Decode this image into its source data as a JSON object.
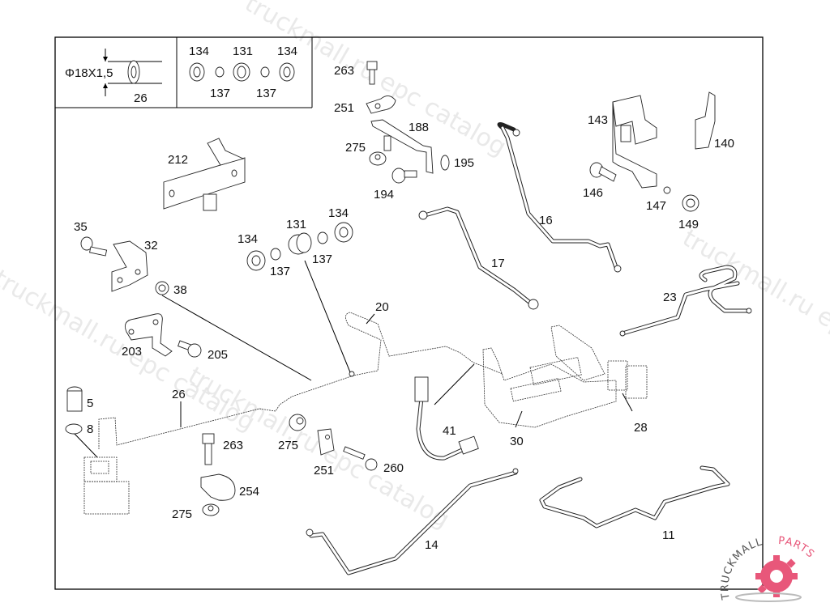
{
  "diagram": {
    "title": "Parts catalog exploded diagram",
    "inset_left": {
      "dimension": "Φ18X1,5",
      "part": "26"
    },
    "inset_right": {
      "top_labels": [
        "134",
        "131",
        "134"
      ],
      "bottom_labels": [
        "137",
        "137"
      ]
    },
    "callouts": {
      "p263a": "263",
      "p251a": "251",
      "p188": "188",
      "p275a": "275",
      "p195": "195",
      "p194": "194",
      "p143": "143",
      "p140": "140",
      "p146": "146",
      "p147": "147",
      "p149": "149",
      "p212": "212",
      "p16": "16",
      "p17": "17",
      "p35": "35",
      "p32": "32",
      "p38": "38",
      "p134a": "134",
      "p131": "131",
      "p134b": "134",
      "p137a": "137",
      "p137b": "137",
      "p20": "20",
      "p23": "23",
      "p203": "203",
      "p205": "205",
      "p26": "26",
      "p5": "5",
      "p8": "8",
      "p263b": "263",
      "p254": "254",
      "p275b": "275",
      "p275c": "275",
      "p251b": "251",
      "p260": "260",
      "p41": "41",
      "p30": "30",
      "p28": "28",
      "p14": "14",
      "p11": "11"
    },
    "watermarks": [
      "truckmall.ru epc catalog",
      "truckmall.ru epc catalog",
      "truckmall.ru epc catalog",
      "truckmall.ru epc catalog"
    ]
  },
  "logo": {
    "text_left": "TRUCKMALL",
    "text_right": "PARTS",
    "accent_color": "#e8577a"
  }
}
